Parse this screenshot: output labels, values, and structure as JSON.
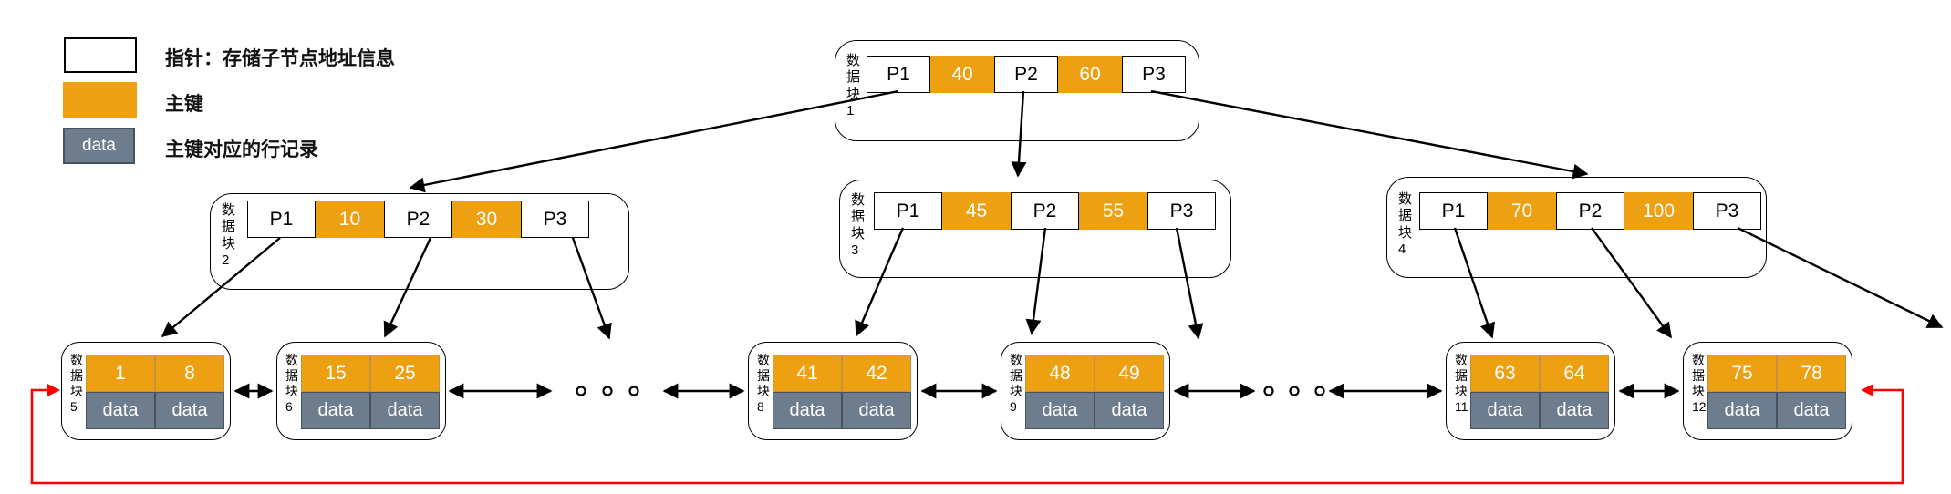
{
  "labels": {
    "block": "数据块"
  },
  "legend": {
    "items": [
      {
        "box_text": "",
        "label": "指针：存储子节点地址信息"
      },
      {
        "box_text": "",
        "label": "主键"
      },
      {
        "box_text": "data",
        "label": "主键对应的行记录"
      }
    ]
  },
  "colors": {
    "primary_key_orange": "#EEA013",
    "data_row_gray": "#6D7D8D",
    "leaf_circular_link_red": "#FF0000",
    "connector_black": "#000000"
  },
  "internal_nodes": [
    {
      "id": "1",
      "cells": [
        "P1",
        "40",
        "P2",
        "60",
        "P3"
      ]
    },
    {
      "id": "2",
      "cells": [
        "P1",
        "10",
        "P2",
        "30",
        "P3"
      ]
    },
    {
      "id": "3",
      "cells": [
        "P1",
        "45",
        "P2",
        "55",
        "P3"
      ]
    },
    {
      "id": "4",
      "cells": [
        "P1",
        "70",
        "P2",
        "100",
        "P3"
      ]
    }
  ],
  "leaf_nodes": [
    {
      "id": "5",
      "keys": [
        "1",
        "8"
      ],
      "rows": [
        "data",
        "data"
      ]
    },
    {
      "id": "6",
      "keys": [
        "15",
        "25"
      ],
      "rows": [
        "data",
        "data"
      ]
    },
    {
      "id": "8",
      "keys": [
        "41",
        "42"
      ],
      "rows": [
        "data",
        "data"
      ]
    },
    {
      "id": "9",
      "keys": [
        "48",
        "49"
      ],
      "rows": [
        "data",
        "data"
      ]
    },
    {
      "id": "11",
      "keys": [
        "63",
        "64"
      ],
      "rows": [
        "data",
        "data"
      ]
    },
    {
      "id": "12",
      "keys": [
        "75",
        "78"
      ],
      "rows": [
        "data",
        "data"
      ]
    }
  ]
}
